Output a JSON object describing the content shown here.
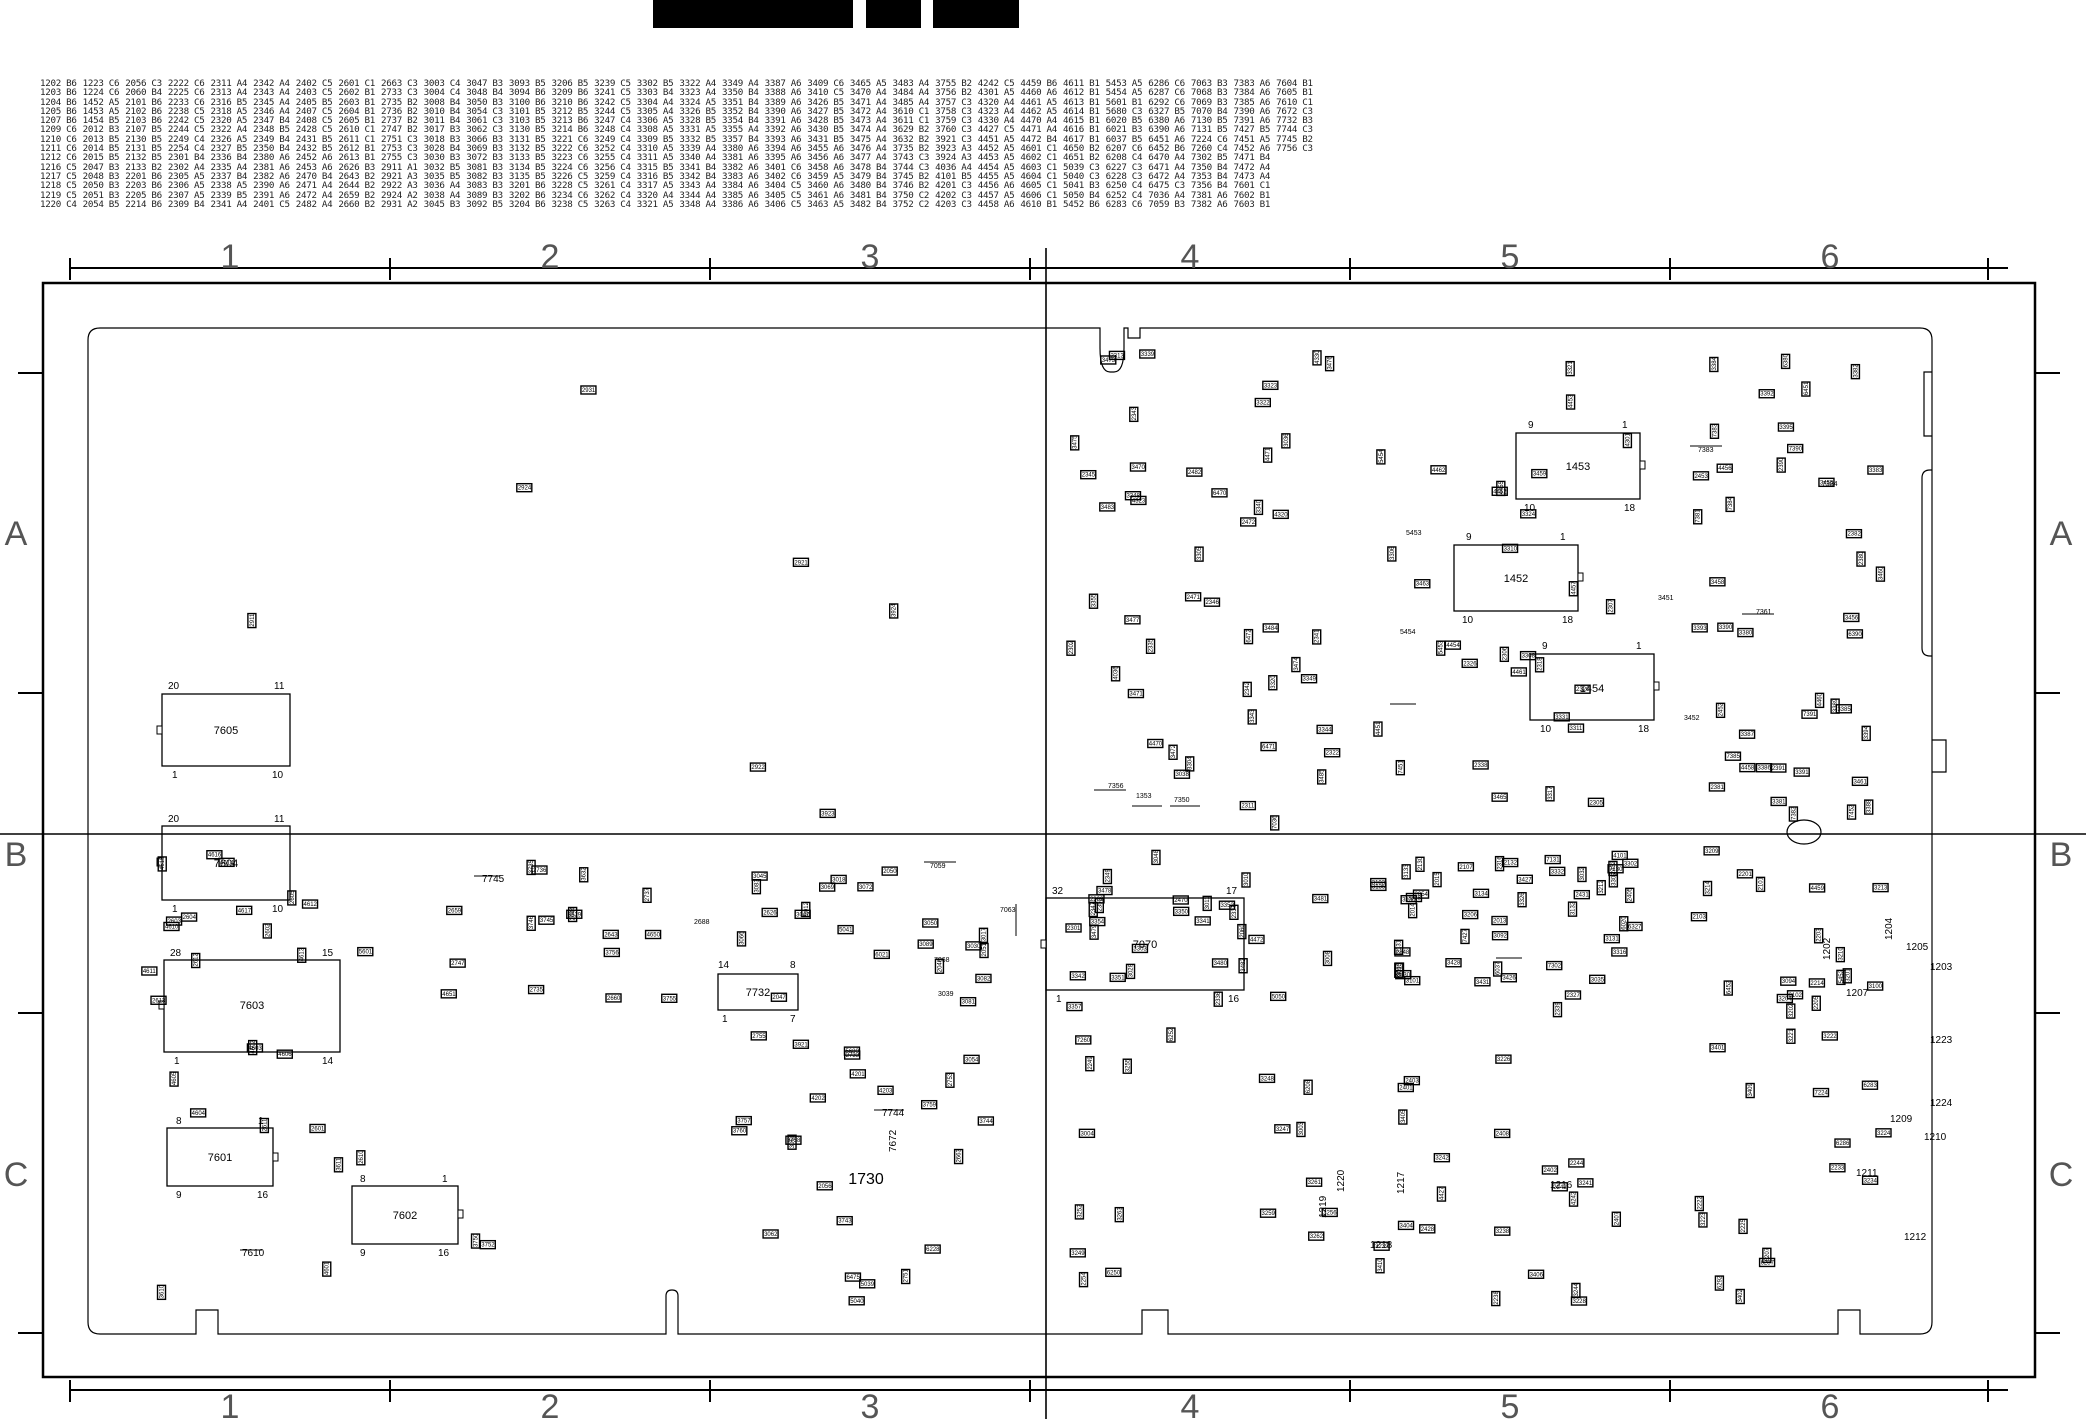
{
  "index_rows": [
    "1202 B6",
    "1203 B6",
    "1204 B6",
    "1205 B6",
    "1207 B6",
    "1209 C6",
    "1210 C6",
    "1211 C6",
    "1212 C6",
    "1216 C5",
    "1217 C5",
    "1218 C5",
    "1219 C5",
    "1220 C4",
    "1223 C6",
    "1224 C6",
    "1452 A5",
    "1453 A5",
    "1454 B5",
    "2012 B3",
    "2013 B5",
    "2014 B5",
    "2015 B5",
    "2047 B3",
    "2048 B3",
    "2050 B3",
    "2051 B3",
    "2054 B5",
    "2056 C3",
    "2060 B4",
    "2101 B6",
    "2102 B6",
    "2103 B6",
    "2107 B5",
    "2130 B5",
    "2131 B5",
    "2132 B5",
    "2133 B2",
    "2201 B6",
    "2203 B6",
    "2205 B6",
    "2214 B6",
    "2222 C6",
    "2225 C6",
    "2233 C6",
    "2238 C5",
    "2242 C5",
    "2244 C5",
    "2249 C4",
    "2254 C4",
    "2301 B4",
    "2302 A4",
    "2305 A5",
    "2306 A5",
    "2307 A5",
    "2309 B4",
    "2311 A4",
    "2313 A4",
    "2316 B5",
    "2318 A5",
    "2320 A5",
    "2322 A4",
    "2326 A5",
    "2327 B5",
    "2336 B4",
    "2335 A4",
    "2337 B4",
    "2338 A5",
    "2339 B5",
    "2341 A4",
    "2342 A4",
    "2343 A4",
    "2345 A4",
    "2346 A4",
    "2347 B4",
    "2348 B5",
    "2349 B4",
    "2350 B4",
    "2380 A6",
    "2381 A6",
    "2382 A6",
    "2390 A6",
    "2391 A6",
    "2401 C5",
    "2402 C5",
    "2403 C5",
    "2405 B5",
    "2407 C5",
    "2408 C5",
    "2428 C5",
    "2431 B5",
    "2432 B5",
    "2452 A6",
    "2453 A6",
    "2470 B4",
    "2471 A4",
    "2472 A4",
    "2482 A4",
    "2601 C1",
    "2602 B1",
    "2603 B1",
    "2604 B1",
    "2605 B1",
    "2610 C1",
    "2611 C1",
    "2612 B1",
    "2613 B1",
    "2626 B3",
    "2643 B2",
    "2644 B2",
    "2659 B2",
    "2660 B2",
    "2663 C3",
    "2733 C3",
    "2735 B2",
    "2736 B2",
    "2737 B2",
    "2747 B2",
    "2751 C3",
    "2753 C3",
    "2755 C3",
    "2911 A1",
    "2921 A3",
    "2922 A3",
    "2924 A2",
    "2931 A2",
    "3003 C4",
    "3004 C4",
    "3008 B4",
    "3010 B4",
    "3011 B4",
    "3017 B3",
    "3018 B3",
    "3028 B4",
    "3030 B3",
    "3032 B5",
    "3035 B5",
    "3036 A4",
    "3038 A4",
    "3045 B3",
    "3047 B3",
    "3048 B4",
    "3050 B3",
    "3054 C3",
    "3061 C3",
    "3062 C3",
    "3066 B3",
    "3069 B3",
    "3072 B3",
    "3081 B3",
    "3082 B3",
    "3083 B3",
    "3089 B3",
    "3092 B5",
    "3093 B5",
    "3094 B6",
    "3100 B6",
    "3101 B5",
    "3103 B5",
    "3130 B5",
    "3131 B5",
    "3132 B5",
    "3133 B5",
    "3134 B5",
    "3135 B5",
    "3201 B6",
    "3202 B6",
    "3204 B6",
    "3206 B5",
    "3209 B6",
    "3210 B6",
    "3212 B5",
    "3213 B6",
    "3214 B6",
    "3221 C6",
    "3222 C6",
    "3223 C6",
    "3224 C6",
    "3226 C5",
    "3228 C5",
    "3234 C6",
    "3238 C5",
    "3239 C5",
    "3241 C5",
    "3242 C5",
    "3244 C5",
    "3247 C4",
    "3248 C4",
    "3249 C4",
    "3252 C4",
    "3255 C4",
    "3256 C4",
    "3259 C4",
    "3261 C4",
    "3262 C4",
    "3263 C4",
    "3302 B5",
    "3303 B4",
    "3304 A4",
    "3305 A4",
    "3306 A5",
    "3308 A5",
    "3309 B5",
    "3310 A5",
    "3311 A5",
    "3315 B5",
    "3316 B5",
    "3317 A5",
    "3320 A4",
    "3321 A5",
    "3322 A4",
    "3323 A4",
    "3324 A5",
    "3326 B5",
    "3328 B5",
    "3331 A5",
    "3332 B5",
    "3339 A4",
    "3340 A4",
    "3341 B4",
    "3342 B4",
    "3343 A4",
    "3344 A4",
    "3348 A4",
    "3349 A4",
    "3350 B4",
    "3351 B4",
    "3352 B4",
    "3354 B4",
    "3355 A4",
    "3357 B4",
    "3380 A6",
    "3381 A6",
    "3382 A6",
    "3383 A6",
    "3384 A6",
    "3385 A6",
    "3386 A6",
    "3387 A6",
    "3388 A6",
    "3389 A6",
    "3390 A6",
    "3391 A6",
    "3392 A6",
    "3393 A6",
    "3394 A6",
    "3395 A6",
    "3401 C6",
    "3402 C6",
    "3404 C5",
    "3405 C5",
    "3406 C5",
    "3409 C6",
    "3410 C5",
    "3426 B5",
    "3427 B5",
    "3428 B5",
    "3430 B5",
    "3431 B5",
    "3455 A6",
    "3456 A6",
    "3458 A6",
    "3459 A5",
    "3460 A6",
    "3461 A6",
    "3463 A5",
    "3465 A5",
    "3470 A4",
    "3471 A4",
    "3472 A4",
    "3473 A4",
    "3474 A4",
    "3475 A4",
    "3476 A4",
    "3477 A4",
    "3478 B4",
    "3479 B4",
    "3480 B4",
    "3481 B4",
    "3482 B4",
    "3483 A4",
    "3484 A4",
    "3485 A4",
    "3610 C1",
    "3611 C1",
    "3629 B2",
    "3632 B2",
    "3735 B2",
    "3743 C3",
    "3744 C3",
    "3745 B2",
    "3746 B2",
    "3750 C2",
    "3752 C2",
    "3755 B2",
    "3756 B2",
    "3757 C3",
    "3758 C3",
    "3759 C3",
    "3760 C3",
    "3921 C3",
    "3923 A3",
    "3924 A3",
    "4036 A4",
    "4101 B5",
    "4201 C3",
    "4202 C3",
    "4203 C3",
    "4242 C5",
    "4301 A5",
    "4320 A4",
    "4323 A4",
    "4330 A4",
    "4427 C5",
    "4451 A5",
    "4452 A5",
    "4453 A5",
    "4454 A5",
    "4455 A5",
    "4456 A6",
    "4457 A5",
    "4458 A6",
    "4459 B6",
    "4460 A6",
    "4461 A5",
    "4462 A5",
    "4470 A4",
    "4471 A4",
    "4472 B4",
    "4601 C1",
    "4602 C1",
    "4603 C1",
    "4604 C1",
    "4605 C1",
    "4606 C1",
    "4610 B1",
    "4611 B1",
    "4612 B1",
    "4613 B1",
    "4614 B1",
    "4615 B1",
    "4616 B1",
    "4617 B1",
    "4650 B2",
    "4651 B2",
    "5039 C3",
    "5040 C3",
    "5041 B3",
    "5050 B4",
    "5452 B6",
    "5453 A5",
    "5454 A5",
    "5601 B1",
    "5680 C3",
    "6020 B5",
    "6021 B3",
    "6037 B5",
    "6207 C6",
    "6208 C4",
    "6227 C3",
    "6228 C3",
    "6250 C4",
    "6252 C4",
    "6283 C6",
    "6286 C6",
    "6287 C6",
    "6292 C6",
    "6327 B5",
    "6380 A6",
    "6390 A6",
    "6451 A6",
    "6452 B6",
    "6470 A4",
    "6471 A4",
    "6472 A4",
    "6475 C3",
    "7036 A4",
    "7059 B3",
    "7063 B3",
    "7068 B3",
    "7069 B3",
    "7070 B4",
    "7130 B5",
    "7131 B5",
    "7224 C6",
    "7260 C4",
    "7302 B5",
    "7350 B4",
    "7353 B4",
    "7356 B4",
    "7381 A6",
    "7382 A6",
    "7383 A6",
    "7384 A6",
    "7385 A6",
    "7390 A6",
    "7391 A6",
    "7427 B5",
    "7451 A5",
    "7452 A6",
    "7471 B4",
    "7472 A4",
    "7473 A4",
    "7601 C1",
    "7602 B1",
    "7603 B1",
    "7604 B1",
    "7605 B1",
    "7610 C1",
    "7672 C3",
    "7732 B3",
    "7744 C3",
    "7745 B2",
    "7756 C3"
  ],
  "grid": {
    "columns": [
      "1",
      "2",
      "3",
      "4",
      "5",
      "6"
    ],
    "rows": [
      "A",
      "B",
      "C"
    ]
  },
  "ics": {
    "u7605": {
      "ref": "7605",
      "pins": [
        "20",
        "11",
        "1",
        "10"
      ]
    },
    "u7604": {
      "ref": "7604",
      "pins": [
        "20",
        "11",
        "1",
        "10"
      ]
    },
    "u7603": {
      "ref": "7603",
      "pins": [
        "28",
        "15",
        "1",
        "14"
      ]
    },
    "u7601": {
      "ref": "7601",
      "pins": [
        "8",
        "1",
        "9",
        "16"
      ]
    },
    "u7602": {
      "ref": "7602",
      "pins": [
        "8",
        "1",
        "9",
        "16"
      ]
    },
    "u7732": {
      "ref": "7732",
      "pins": [
        "14",
        "8",
        "1",
        "7"
      ]
    },
    "u7070": {
      "ref": "7070",
      "pins": [
        "32",
        "17",
        "1",
        "16"
      ]
    },
    "u1453": {
      "ref": "1453",
      "pins": [
        "9",
        "1",
        "10",
        "18"
      ]
    },
    "u1452": {
      "ref": "1452",
      "pins": [
        "9",
        "1",
        "10",
        "18"
      ]
    },
    "u1454": {
      "ref": "1454",
      "pins": [
        "9",
        "1",
        "10",
        "18"
      ]
    }
  },
  "board_labels": {
    "l1730": "1730",
    "l7745": "7745",
    "l7744": "7744",
    "l7610": "7610",
    "l7672": "7672",
    "l1216": "1216",
    "l1218": "1218",
    "l1219": "1219",
    "l1220": "1220",
    "l1217": "1217",
    "l1203": "1203",
    "l1205": "1205",
    "l1207": "1207",
    "l1223": "1223",
    "l1224": "1224",
    "l1209": "1209",
    "l1210": "1210",
    "l1211": "1211",
    "l1212": "1212",
    "l1202": "1202",
    "l1204": "1204",
    "l7356": "7356",
    "l7350": "7350",
    "l1353": "1353",
    "l7059": "7059",
    "l7068": "7068",
    "l7063": "7063",
    "l3039": "3039",
    "l7383": "7383",
    "l7361": "7361",
    "l7384": "7384",
    "l5453": "5453",
    "l5454": "5454",
    "l3452": "3452",
    "l3451": "3451",
    "l2688": "2688"
  },
  "components": [
    "2911",
    "2921",
    "2922",
    "2924",
    "2931",
    "2612",
    "2602",
    "2613",
    "2603",
    "2604",
    "2605",
    "2610",
    "2611",
    "2601",
    "3610",
    "3611",
    "3629",
    "3632",
    "3735",
    "3743",
    "3744",
    "3745",
    "3746",
    "3750",
    "3752",
    "3755",
    "3756",
    "3757",
    "3758",
    "3759",
    "3760",
    "2733",
    "2735",
    "2736",
    "2737",
    "2747",
    "2751",
    "2753",
    "2755",
    "4601",
    "4602",
    "4603",
    "4604",
    "4605",
    "4606",
    "4610",
    "4611",
    "4612",
    "4613",
    "4614",
    "4615",
    "4616",
    "4617",
    "4650",
    "4651",
    "5039",
    "5040",
    "5041",
    "5050",
    "5601",
    "5680",
    "6021",
    "6228",
    "6475",
    "3004",
    "3008",
    "3010",
    "3011",
    "3017",
    "3018",
    "3028",
    "3030",
    "3036",
    "3038",
    "3045",
    "3047",
    "3048",
    "3050",
    "3054",
    "3061",
    "3062",
    "3066",
    "3069",
    "3072",
    "3081",
    "3082",
    "3083",
    "3089",
    "2012",
    "2047",
    "2048",
    "2050",
    "2051",
    "2056",
    "2626",
    "2643",
    "2644",
    "2659",
    "2660",
    "2663",
    "3003",
    "3921",
    "3923",
    "3924",
    "4201",
    "4202",
    "4203",
    "2060",
    "2301",
    "2302",
    "2309",
    "2311",
    "2313",
    "2322",
    "2336",
    "2335",
    "2337",
    "2341",
    "2342",
    "2343",
    "2345",
    "2346",
    "2347",
    "2349",
    "2350",
    "2470",
    "2471",
    "2472",
    "2482",
    "3303",
    "3304",
    "3305",
    "3320",
    "3322",
    "3323",
    "3339",
    "3340",
    "3341",
    "3342",
    "3343",
    "3344",
    "3348",
    "3349",
    "3350",
    "3351",
    "3352",
    "3354",
    "3355",
    "3357",
    "3470",
    "3471",
    "3472",
    "3473",
    "3474",
    "3475",
    "3476",
    "3477",
    "3478",
    "3479",
    "3480",
    "3481",
    "3482",
    "3483",
    "3484",
    "3485",
    "4036",
    "4320",
    "4323",
    "4330",
    "4470",
    "4471",
    "4472",
    "6470",
    "6471",
    "6472",
    "7036",
    "2013",
    "2014",
    "2015",
    "2054",
    "2107",
    "2130",
    "2131",
    "2132",
    "2305",
    "2306",
    "2307",
    "2316",
    "2318",
    "2320",
    "2326",
    "2327",
    "2338",
    "2339",
    "2348",
    "2405",
    "2431",
    "2432",
    "3032",
    "3035",
    "3092",
    "3093",
    "3101",
    "3103",
    "3130",
    "3131",
    "3132",
    "3133",
    "3134",
    "3135",
    "3206",
    "3212",
    "3302",
    "3306",
    "3308",
    "3309",
    "3310",
    "3311",
    "3315",
    "3316",
    "3317",
    "3321",
    "3324",
    "3326",
    "3328",
    "3331",
    "3332",
    "3426",
    "3427",
    "3428",
    "3430",
    "3431",
    "3459",
    "3463",
    "3465",
    "4101",
    "4301",
    "4451",
    "4452",
    "4453",
    "4454",
    "4455",
    "4457",
    "4461",
    "4462",
    "5453",
    "5454",
    "6020",
    "6037",
    "6327",
    "7130",
    "7131",
    "7302",
    "7427",
    "7451",
    "2101",
    "2102",
    "2103",
    "2201",
    "2203",
    "2205",
    "2214",
    "2222",
    "2225",
    "2233",
    "2380",
    "2381",
    "2382",
    "2390",
    "2391",
    "2452",
    "2453",
    "3094",
    "3100",
    "3201",
    "3202",
    "3204",
    "3209",
    "3210",
    "3213",
    "3214",
    "3221",
    "3222",
    "3223",
    "3224",
    "3234",
    "3380",
    "3381",
    "3382",
    "3383",
    "3384",
    "3385",
    "3386",
    "3387",
    "3388",
    "3389",
    "3390",
    "3391",
    "3392",
    "3393",
    "3394",
    "3395",
    "3401",
    "3402",
    "3409",
    "3455",
    "3456",
    "3458",
    "3460",
    "3461",
    "4456",
    "4458",
    "4459",
    "4460",
    "5452",
    "6207",
    "6283",
    "6286",
    "6287",
    "6292",
    "6380",
    "6390",
    "6451",
    "6452",
    "7381",
    "7382",
    "7383",
    "7384",
    "7385",
    "7390",
    "7391",
    "7452",
    "7224",
    "2238",
    "2242",
    "2244",
    "2249",
    "2254",
    "2401",
    "2402",
    "2403",
    "2407",
    "2408",
    "2428",
    "3226",
    "3228",
    "3238",
    "3239",
    "3241",
    "3242",
    "3244",
    "3247",
    "3248",
    "3249",
    "3252",
    "3255",
    "3256",
    "3259",
    "3261",
    "3262",
    "3263",
    "3404",
    "3405",
    "3406",
    "3410",
    "4242",
    "4427",
    "6208",
    "6250",
    "6252",
    "7260"
  ]
}
